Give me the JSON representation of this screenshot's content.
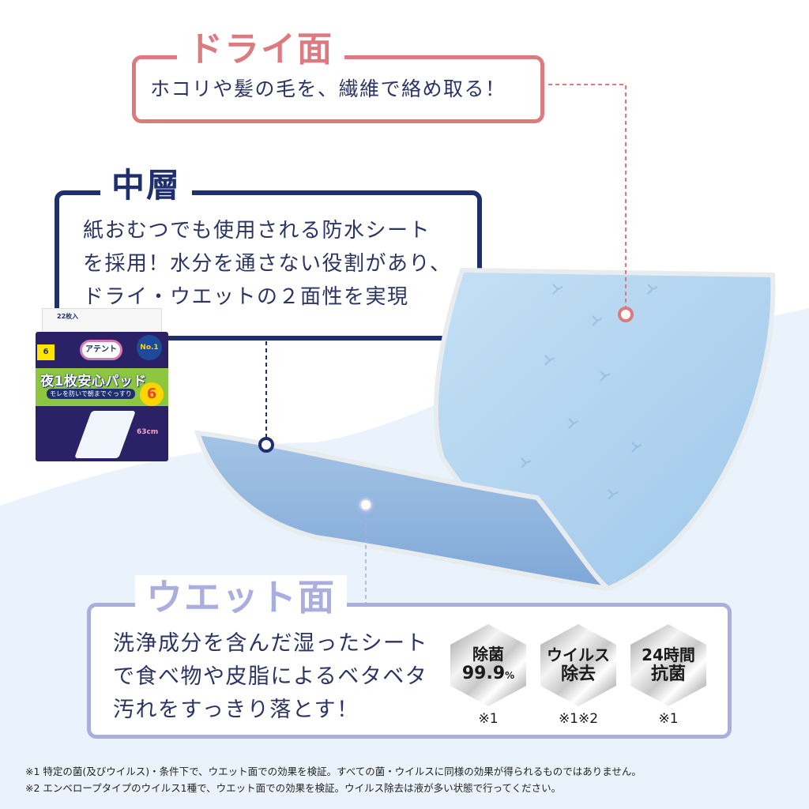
{
  "colors": {
    "dry": "#dc7a80",
    "middle": "#1f2f6e",
    "wet": "#a9aede",
    "body_text": "#2b3463",
    "background_lower": "#eaf3fb",
    "sheet_blue": "#a8cdec"
  },
  "dry_surface": {
    "heading": "ドライ面",
    "body": "ホコリや髪の毛を、繊維で絡め取る！"
  },
  "middle_layer": {
    "heading": "中層",
    "body": "紙おむつでも使用される防水シート\nを採用！水分を通さない役割があり、\nドライ・ウエットの２面性を実現"
  },
  "wet_surface": {
    "heading": "ウエット面",
    "body": "洗浄成分を含んだ湿ったシート\nで食べ物や皮脂によるベタベタ\n汚れをすっきり落とす！",
    "badges": [
      {
        "line1": "除菌",
        "line2": "99.9",
        "suffix": "%",
        "note": "※1"
      },
      {
        "line1": "ウイルス",
        "line2": "除去",
        "suffix": "",
        "note": "※1※2"
      },
      {
        "line1": "24時間",
        "line2": "抗菌",
        "suffix": "",
        "note": "※1"
      }
    ]
  },
  "product": {
    "count": "22枚入",
    "brand": "アテント",
    "name": "夜1枚安心パッド",
    "tagline": "モレを防いで朝までぐっすり",
    "absorb": "6",
    "rank": "No.1",
    "length": "63cm"
  },
  "footnotes": [
    "※1 特定の菌(及びウイルス)・条件下で、ウエット面での効果を検証。すべての菌・ウイルスに同様の効果が得られるものではありません。",
    "※2 エンベロープタイプのウイルス1種で、ウエット面での効果を検証。ウイルス除去は液が多い状態で行ってください。"
  ]
}
